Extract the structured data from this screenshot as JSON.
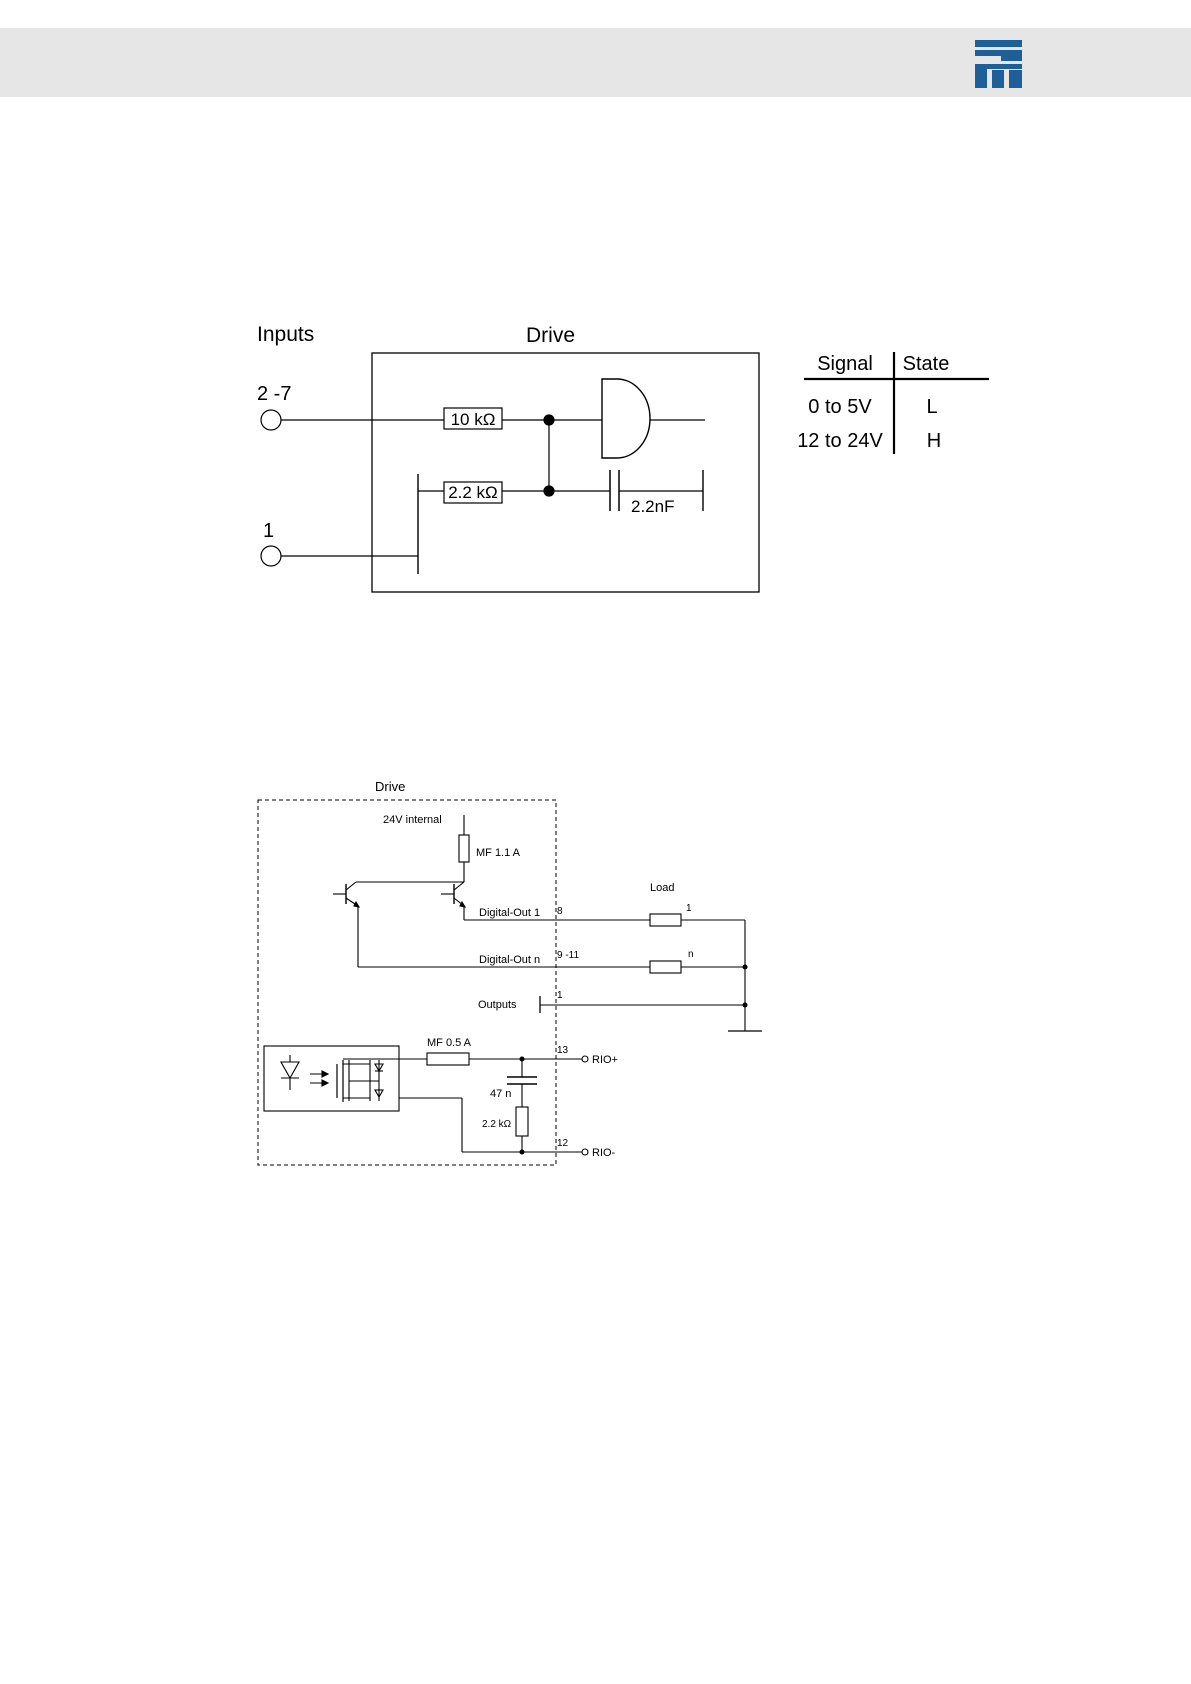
{
  "brand": {
    "logo_icon": "company-logo-icon",
    "logo_color": "#1f5f99"
  },
  "input_diagram": {
    "inputs_heading": "Inputs",
    "drive_heading": "Drive",
    "terminal_inputs_label": "2 -7",
    "terminal_ground_label": "1",
    "resistor_series_label": "10 kΩ",
    "resistor_pulldown_label": "2.2 kΩ",
    "capacitor_label": "2.2nF"
  },
  "signal_table": {
    "headers": [
      "Signal",
      "State"
    ],
    "rows": [
      [
        "0 to 5V",
        "L"
      ],
      [
        "12 to 24V",
        "H"
      ]
    ]
  },
  "output_diagram": {
    "drive_heading": "Drive",
    "supply_label": "24V internal",
    "fuse_main_label": "MF 1.1 A",
    "load_label": "Load",
    "digital_out_1_label": "Digital-Out 1",
    "digital_out_n_label": "Digital-Out n",
    "outputs_label": "Outputs",
    "pin_8": "8",
    "pin_9_11": "9 -11",
    "pin_1": "1",
    "load_1_label": "1",
    "load_n_label": "n",
    "fuse_rio_label": "MF 0.5 A",
    "capacitor_label": "47 n",
    "resistor_label": "2.2 kΩ",
    "pin_13": "13",
    "pin_12": "12",
    "rio_plus_label": "RIO+",
    "rio_minus_label": "RIO-"
  }
}
